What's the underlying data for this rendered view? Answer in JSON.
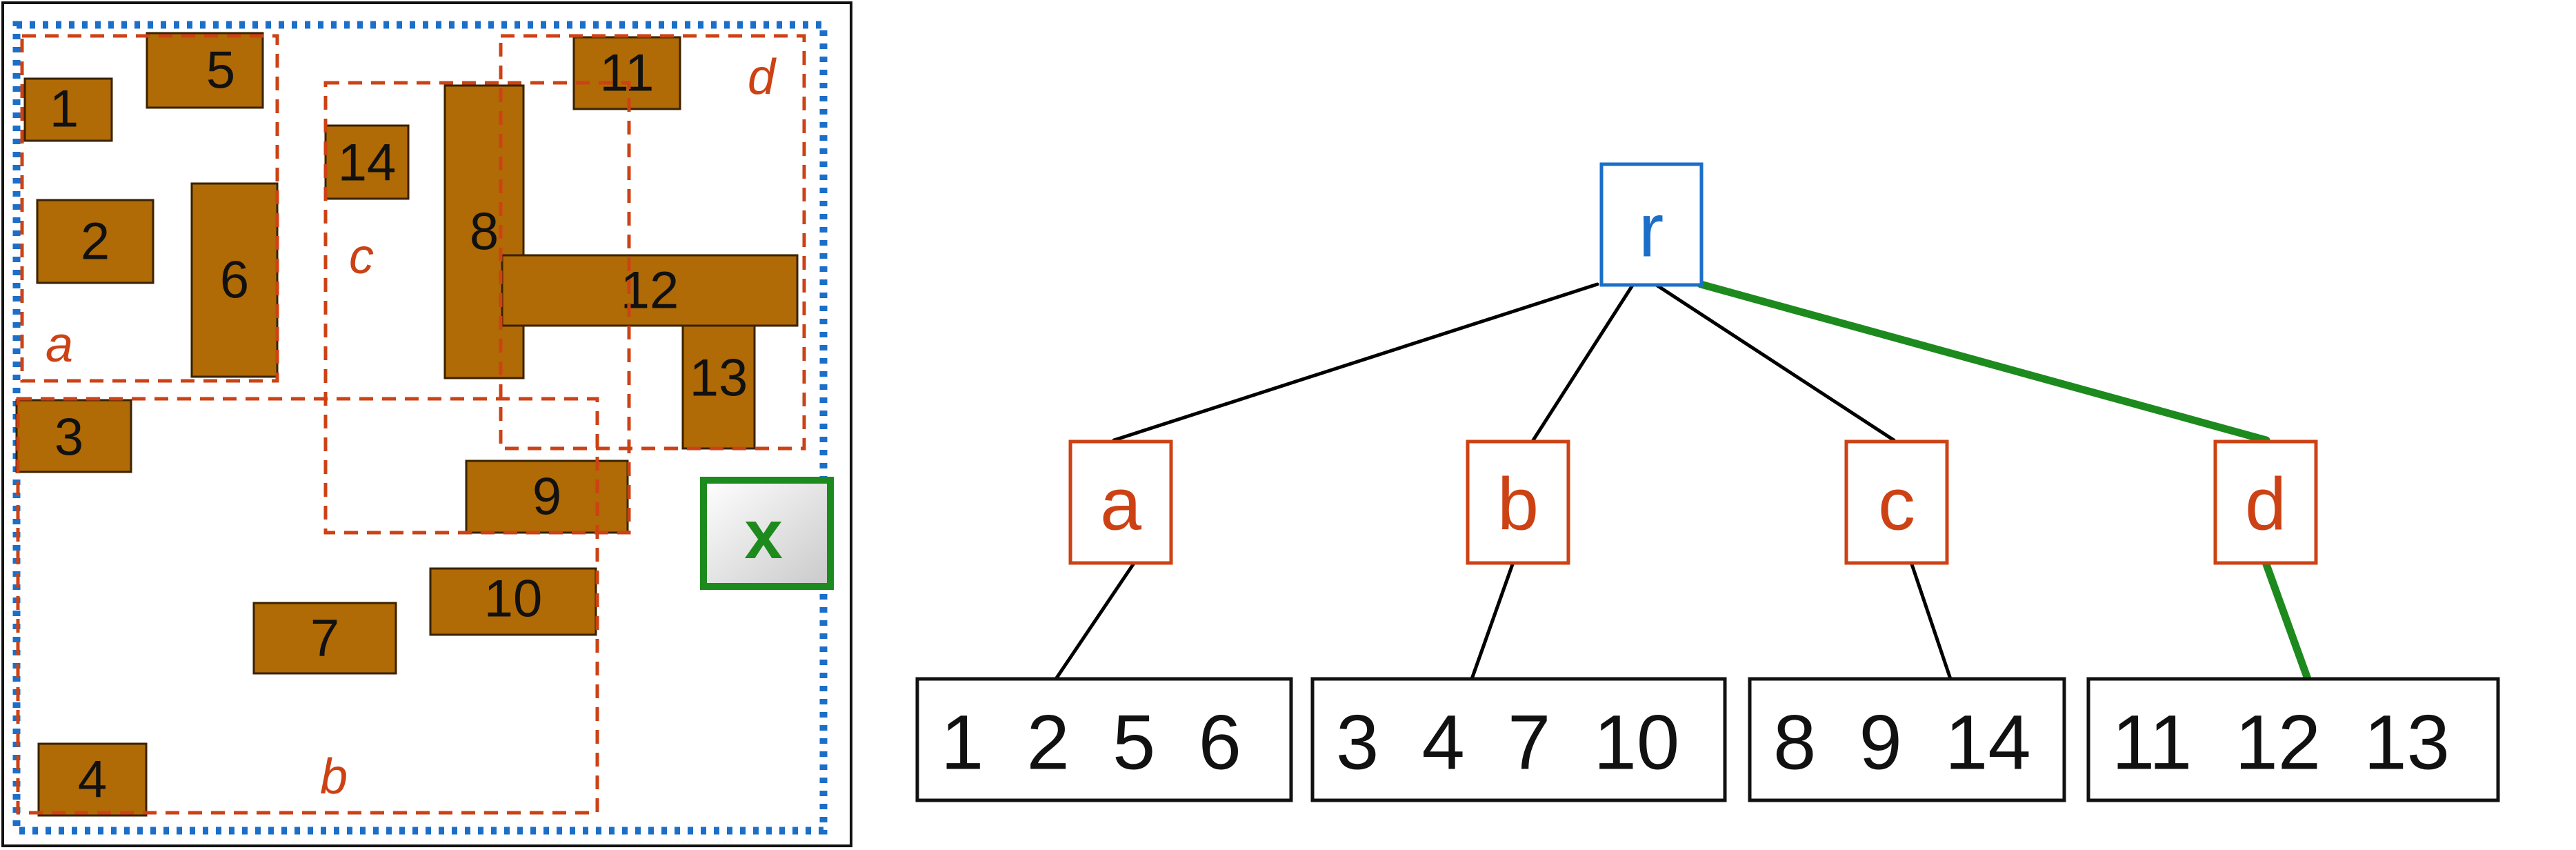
{
  "colors": {
    "rect_fill": "#b06a06",
    "rect_stroke": "#3a2200",
    "mbr_stroke": "#cc4214",
    "root_stroke": "#1b6fc8",
    "query_stroke": "#1d8a1d",
    "edge": "#000000",
    "highlight_edge": "#1d8a1d",
    "frame": "#111111"
  },
  "rectangles": [
    {
      "id": "1",
      "label": "1"
    },
    {
      "id": "2",
      "label": "2"
    },
    {
      "id": "3",
      "label": "3"
    },
    {
      "id": "4",
      "label": "4"
    },
    {
      "id": "5",
      "label": "5"
    },
    {
      "id": "6",
      "label": "6"
    },
    {
      "id": "7",
      "label": "7"
    },
    {
      "id": "8",
      "label": "8"
    },
    {
      "id": "9",
      "label": "9"
    },
    {
      "id": "10",
      "label": "10"
    },
    {
      "id": "11",
      "label": "11"
    },
    {
      "id": "12",
      "label": "12"
    },
    {
      "id": "13",
      "label": "13"
    },
    {
      "id": "14",
      "label": "14"
    }
  ],
  "mbrs": [
    {
      "id": "a",
      "label": "a"
    },
    {
      "id": "b",
      "label": "b"
    },
    {
      "id": "c",
      "label": "c"
    },
    {
      "id": "d",
      "label": "d"
    }
  ],
  "query": {
    "label": "x"
  },
  "tree": {
    "root": {
      "label": "r"
    },
    "nodes": [
      {
        "id": "a",
        "label": "a",
        "entries": "1  2  5  6",
        "highlighted": false
      },
      {
        "id": "b",
        "label": "b",
        "entries": "3  4  7  10",
        "highlighted": false
      },
      {
        "id": "c",
        "label": "c",
        "entries": "8  9  14",
        "highlighted": false
      },
      {
        "id": "d",
        "label": "d",
        "entries": "11  12  13",
        "highlighted": true
      }
    ]
  }
}
